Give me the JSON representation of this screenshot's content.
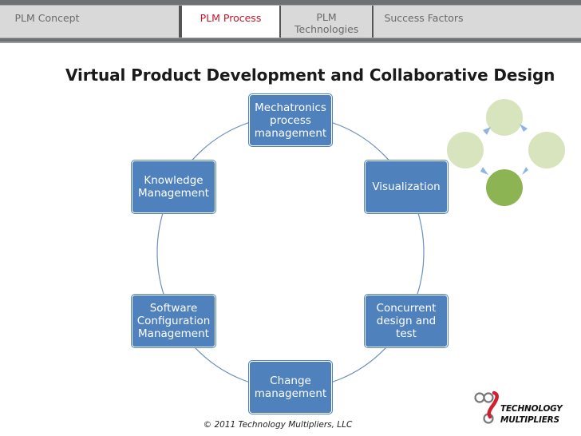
{
  "tabs": [
    {
      "label": "PLM Concept",
      "active": false
    },
    {
      "label": "PLM Process",
      "active": true
    },
    {
      "label": "PLM Technologies",
      "active": false
    },
    {
      "label": "Success Factors",
      "active": false
    }
  ],
  "title": "Virtual Product Development and Collaborative Design",
  "diagram": {
    "nodes": [
      {
        "label": "Mechatronics process management"
      },
      {
        "label": "Visualization"
      },
      {
        "label": "Concurrent design and test"
      },
      {
        "label": "Change management"
      },
      {
        "label": "Software Configuration Management"
      },
      {
        "label": "Knowledge Management"
      }
    ]
  },
  "footer": "© 2011 Technology Multipliers, LLC",
  "logo": {
    "line1": "TECHNOLOGY",
    "line2": "MULTIPLIERS"
  },
  "colors": {
    "node": "#4f81bd",
    "accent_tab": "#c0172a",
    "mini_light": "#d7e4bd",
    "mini_dark": "#8db453",
    "arrow": "#8eb4e3"
  }
}
